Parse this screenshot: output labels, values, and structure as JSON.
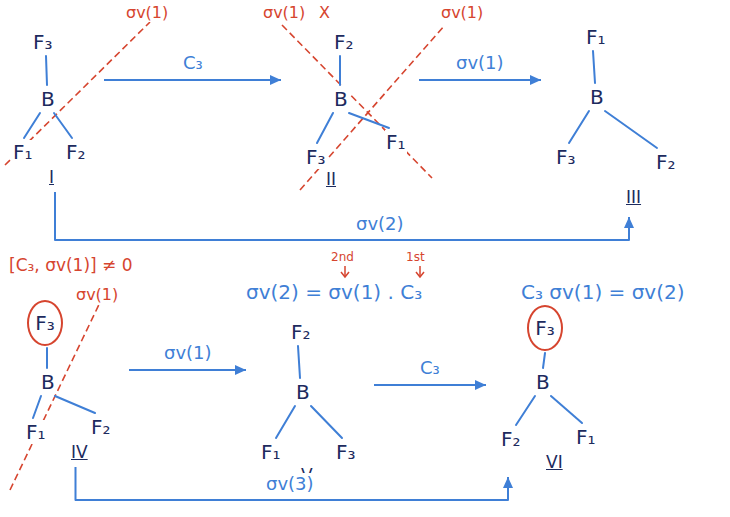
{
  "diagram": {
    "nodes": [
      {
        "text": [
          "F₃",
          "B",
          "F₁",
          "F₂",
          "I"
        ]
      },
      {
        "text": [
          "F₂",
          "B",
          "F₃",
          "F₁",
          "II"
        ]
      },
      {
        "text": [
          "F₁",
          "B",
          "F₃",
          "F₂",
          "III"
        ]
      },
      {
        "text": [
          "B",
          "F₁",
          "F₂",
          "IV"
        ]
      },
      {
        "text": [
          "F₃"
        ],
        "in": 3
      },
      {
        "text": [
          "F₂",
          "B",
          "F₁",
          "F₃",
          "V"
        ]
      },
      {
        "text": [
          "B",
          "F₂",
          "F₁",
          "VI"
        ]
      },
      {
        "text": [
          "F₃"
        ],
        "in": 6
      }
    ],
    "edges": [
      {
        "from": 0,
        "to": 1,
        "arrow": "to",
        "label": "C₃"
      },
      {
        "from": 1,
        "to": 2,
        "arrow": "to",
        "label": "σv(1)"
      },
      {
        "from": 0,
        "to": 2,
        "arrow": "to",
        "label": "σv(2)"
      },
      {
        "from": 3,
        "to": 5,
        "arrow": "to",
        "label": "σv(1)"
      },
      {
        "from": 5,
        "to": 6,
        "arrow": "to",
        "label": "C₃"
      },
      {
        "from": 3,
        "to": 6,
        "arrow": "to",
        "label": "σv(3)"
      }
    ],
    "labels": [
      "σv(1)",
      "σv(1)",
      "X",
      "σv(1)",
      "[C₃, σv(1)] ≠ 0",
      "σv(2) = σv(1) . C₃",
      "2nd",
      "1st",
      "C₃ σv(1) = σv(2)",
      "σv(1)"
    ]
  }
}
